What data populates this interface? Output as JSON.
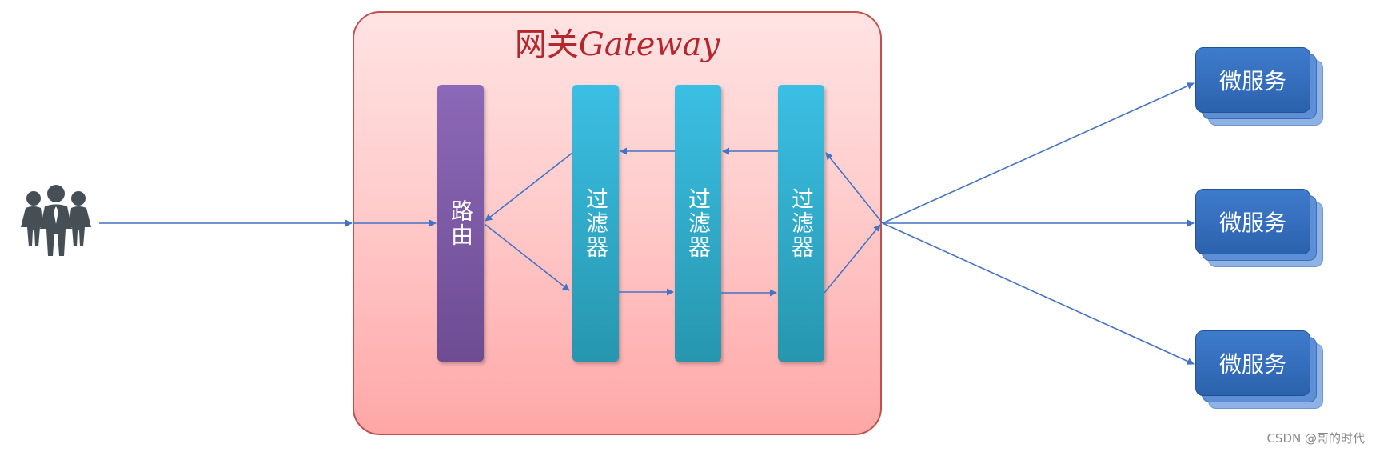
{
  "gateway": {
    "title_cn": "网关",
    "title_en": "Gateway"
  },
  "router": {
    "label": "路由"
  },
  "filters": [
    {
      "label": "过滤器"
    },
    {
      "label": "过滤器"
    },
    {
      "label": "过滤器"
    }
  ],
  "services": [
    {
      "label": "微服务"
    },
    {
      "label": "微服务"
    },
    {
      "label": "微服务"
    }
  ],
  "client": {
    "icon": "users-icon"
  },
  "watermark": "CSDN @哥的时代",
  "colors": {
    "arrow": "#4472c4",
    "gateway_border": "#c0504d",
    "title": "#b5262d",
    "router": "#7a57a3",
    "filter": "#33afcf",
    "service": "#2e67b3",
    "users": "#454f55"
  }
}
